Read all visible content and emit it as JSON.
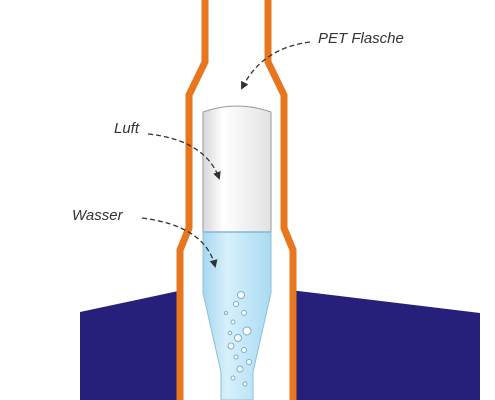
{
  "labels": {
    "pet_bottle": "PET Flasche",
    "air": "Luft",
    "water": "Wasser"
  },
  "colors": {
    "bottle_outline": "#e8761e",
    "launcher_base": "#26207a",
    "tube_body": "#f2f2f2",
    "tube_outline": "#9a9a9a",
    "water": "#b8e2f5",
    "bubble": "#ffffff",
    "arrow": "#333333"
  }
}
